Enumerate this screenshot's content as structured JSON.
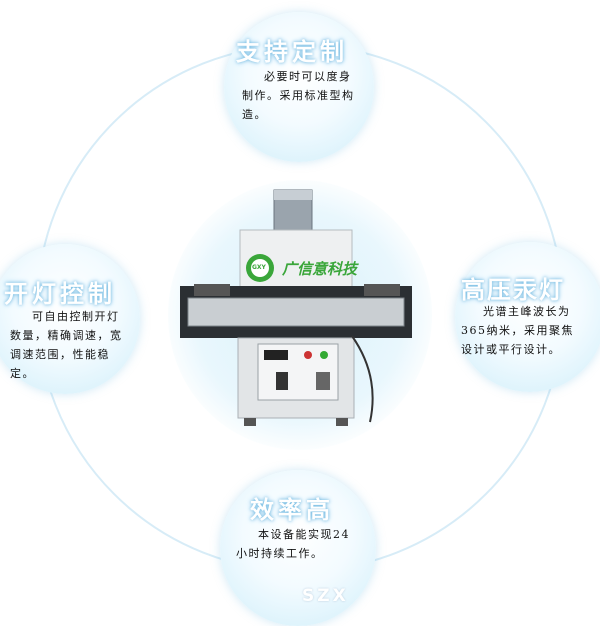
{
  "bubbles": {
    "top": {
      "title": "支持定制",
      "body": "必要时可以度身制作。采用标准型构造。"
    },
    "left": {
      "title": "开灯控制",
      "body": "可自由控制开灯数量，精确调速，宽调速范围，性能稳定。"
    },
    "right": {
      "title": "高压汞灯",
      "body": "光谱主峰波长为365纳米，采用聚焦设计或平行设计。"
    },
    "bottom": {
      "title": "效率高",
      "body": "本设备能实现24小时持续工作。"
    }
  },
  "machine": {
    "brand": "广信意科技",
    "logo_text": "GXY"
  },
  "watermark": "SZX",
  "colors": {
    "accent": "#4fb0dc",
    "brand_green": "#3aa63a"
  }
}
